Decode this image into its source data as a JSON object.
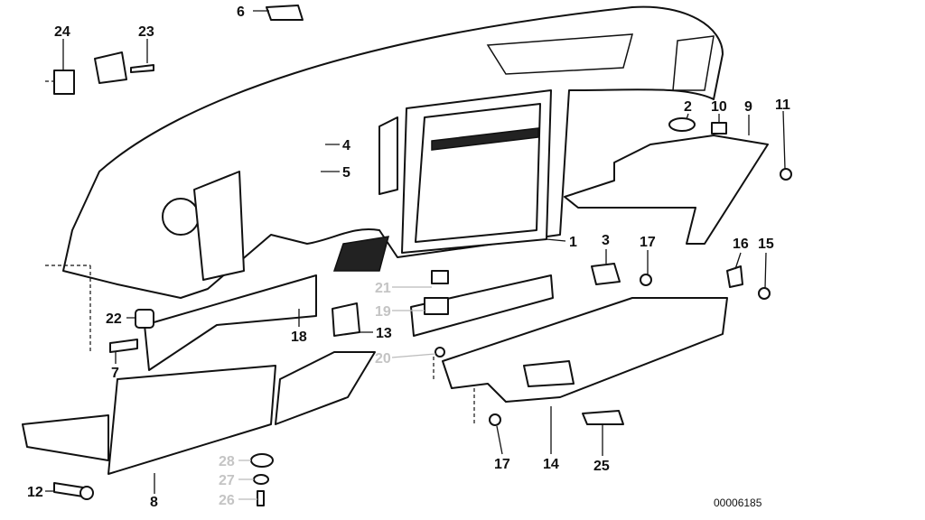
{
  "callouts": [
    {
      "number": "6",
      "dimmed": false
    },
    {
      "number": "24",
      "dimmed": false
    },
    {
      "number": "23",
      "dimmed": false
    },
    {
      "number": "4",
      "dimmed": false
    },
    {
      "number": "5",
      "dimmed": false
    },
    {
      "number": "2",
      "dimmed": false
    },
    {
      "number": "10",
      "dimmed": false
    },
    {
      "number": "9",
      "dimmed": false
    },
    {
      "number": "11",
      "dimmed": false
    },
    {
      "number": "1",
      "dimmed": false
    },
    {
      "number": "3",
      "dimmed": false
    },
    {
      "number": "17",
      "dimmed": false
    },
    {
      "number": "16",
      "dimmed": false
    },
    {
      "number": "15",
      "dimmed": false
    },
    {
      "number": "21",
      "dimmed": true
    },
    {
      "number": "19",
      "dimmed": true
    },
    {
      "number": "13",
      "dimmed": false
    },
    {
      "number": "20",
      "dimmed": true
    },
    {
      "number": "18",
      "dimmed": false
    },
    {
      "number": "22",
      "dimmed": false
    },
    {
      "number": "7",
      "dimmed": false
    },
    {
      "number": "12",
      "dimmed": false
    },
    {
      "number": "8",
      "dimmed": false
    },
    {
      "number": "28",
      "dimmed": true
    },
    {
      "number": "27",
      "dimmed": true
    },
    {
      "number": "26",
      "dimmed": true
    },
    {
      "number": "17",
      "dimmed": false
    },
    {
      "number": "14",
      "dimmed": false
    },
    {
      "number": "25",
      "dimmed": false
    }
  ],
  "diagram_code": "00006185"
}
